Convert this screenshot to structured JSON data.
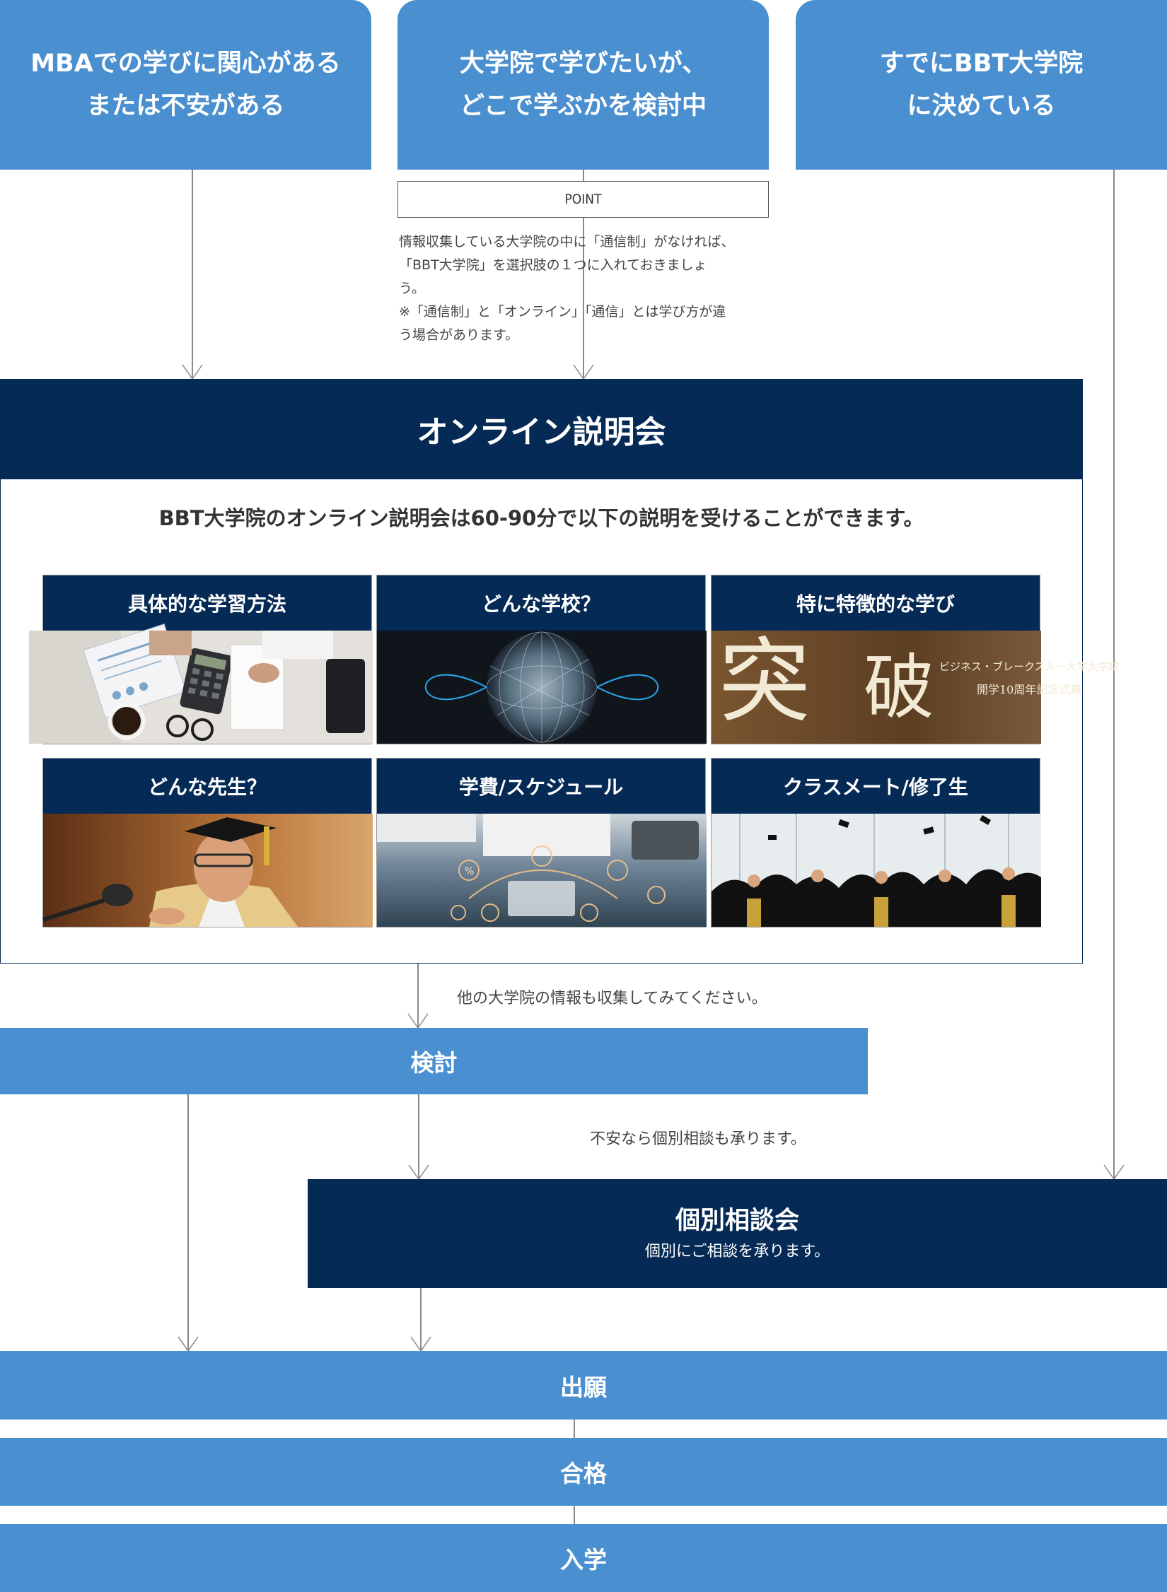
{
  "entry_points": [
    {
      "line1": "MBAでの学びに関心がある",
      "line2": "または不安がある"
    },
    {
      "line1": "大学院で学びたいが、",
      "line2": "どこで学ぶかを検討中"
    },
    {
      "line1": "すでにBBT大学院",
      "line2": "に決めている"
    }
  ],
  "point": {
    "label": "POINT",
    "lines": [
      "情報収集している大学院の中に「通信制」がなければ、",
      "「BBT大学院」を選択肢の１つに入れておきましょ",
      "う。",
      "※「通信制」と「オンライン」「通信」とは学び方が違",
      "う場合があります。"
    ]
  },
  "online_session": {
    "title": "オンライン説明会",
    "description": "BBT大学院のオンライン説明会は60-90分で以下の説明を受けることができます。",
    "cards": [
      {
        "label": "具体的な学習方法",
        "icon": "desk-photo"
      },
      {
        "label": "どんな学校？",
        "icon": "globe-network-photo"
      },
      {
        "label": "特に特徴的な学び",
        "icon": "banner-photo"
      },
      {
        "label": "どんな先生？",
        "icon": "professor-photo"
      },
      {
        "label": "学費/スケジュール",
        "icon": "finance-icons-photo"
      },
      {
        "label": "クラスメート/修了生",
        "icon": "graduation-photo"
      }
    ],
    "banner_text": {
      "big1": "突",
      "big2": "破",
      "small1": "ビジネス・ブレークスルー大学大学院",
      "small2": "開学10周年記念式典"
    }
  },
  "notes": {
    "after_session": "他の大学院の情報も収集してみてください。",
    "after_consider": "不安なら個別相談も承ります。"
  },
  "consider": {
    "label": "検討"
  },
  "consultation": {
    "title": "個別相談会",
    "subtitle": "個別にご相談を承ります。"
  },
  "steps": [
    {
      "label": "出願"
    },
    {
      "label": "合格"
    },
    {
      "label": "入学"
    }
  ],
  "colors": {
    "light_blue": "#4a8fcf",
    "navy": "#052a55",
    "line": "#888888"
  }
}
